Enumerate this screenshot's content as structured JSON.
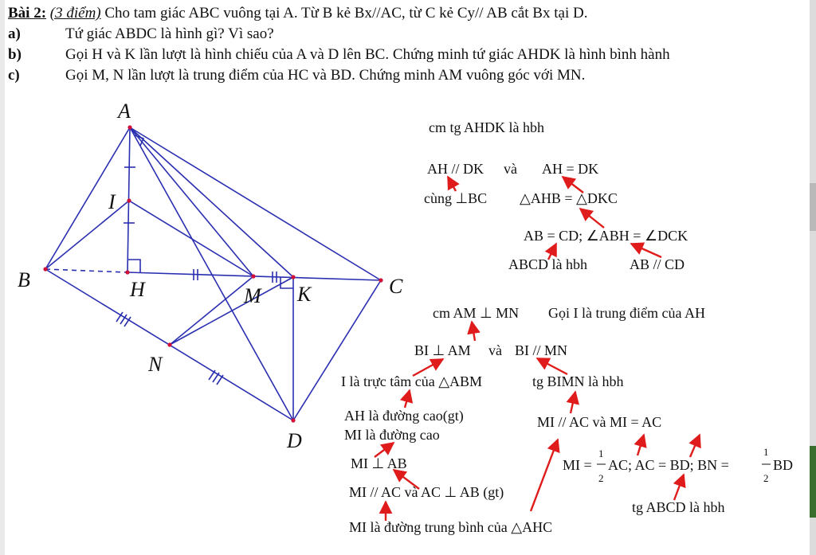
{
  "problem": {
    "title_label": "Bài 2:",
    "title_score": "(3 điểm)",
    "statement": "Cho tam giác ABC vuông tại A. Từ B kẻ Bx//AC, từ C kẻ Cy// AB cắt Bx tại D.",
    "parts": [
      {
        "label": "a)",
        "text": "Tứ giác ABDC là hình gì? Vì sao?"
      },
      {
        "label": "b)",
        "text": "Gọi H và K lần lượt là hình chiếu của A và D lên BC. Chứng minh tứ giác AHDK là hình bình hành"
      },
      {
        "label": "c)",
        "text": "Gọi M, N lần lượt là trung điểm của HC và BD. Chứng minh AM vuông góc với MN."
      }
    ]
  },
  "figure": {
    "labels": {
      "A": "A",
      "I": "I",
      "B": "B",
      "H": "H",
      "M": "M",
      "K": "K",
      "C": "C",
      "N": "N",
      "D": "D"
    },
    "colors": {
      "line": "#2a2fb0",
      "point": "#d0103a",
      "tick": "#2a2fb0"
    }
  },
  "solution": {
    "colors": {
      "arrow": "#e01b1b"
    },
    "part_b": {
      "goal": "cm tg AHDK là hbh",
      "l1_left": "AH // DK",
      "l1_and": "và",
      "l1_right": "AH = DK",
      "l2_left": "cùng ⊥BC",
      "l2_right": "△AHB = △DKC",
      "l3": "AB = CD; ∠ABH = ∠DCK",
      "l4_left": "ABCD là hbh",
      "l4_right": "AB // CD"
    },
    "part_c": {
      "goal": "cm AM ⊥ MN",
      "hint": "Gọi I là trung điểm của AH",
      "l1_left": "BI ⊥ AM",
      "l1_and": "và",
      "l1_right": "BI // MN",
      "l2_left": "I là trực tâm của △ABM",
      "l2_right": "tg BIMN là hbh",
      "l3_left": "AH là đường cao(gt)",
      "l3_right": "MI // AC và MI = AC",
      "l4_left": "MI là đường cao",
      "l5_left": "MI ⊥ AB",
      "l5_right_a": "MI =",
      "l5_right_b": "AC; AC = BD; BN =",
      "l5_right_c": "BD",
      "frac_num": "1",
      "frac_den": "2",
      "l6_left": "MI // AC và AC ⊥ AB (gt)",
      "l6_right": "tg ABCD là hbh",
      "l7_left": "MI là đường trung bình của △AHC"
    }
  }
}
